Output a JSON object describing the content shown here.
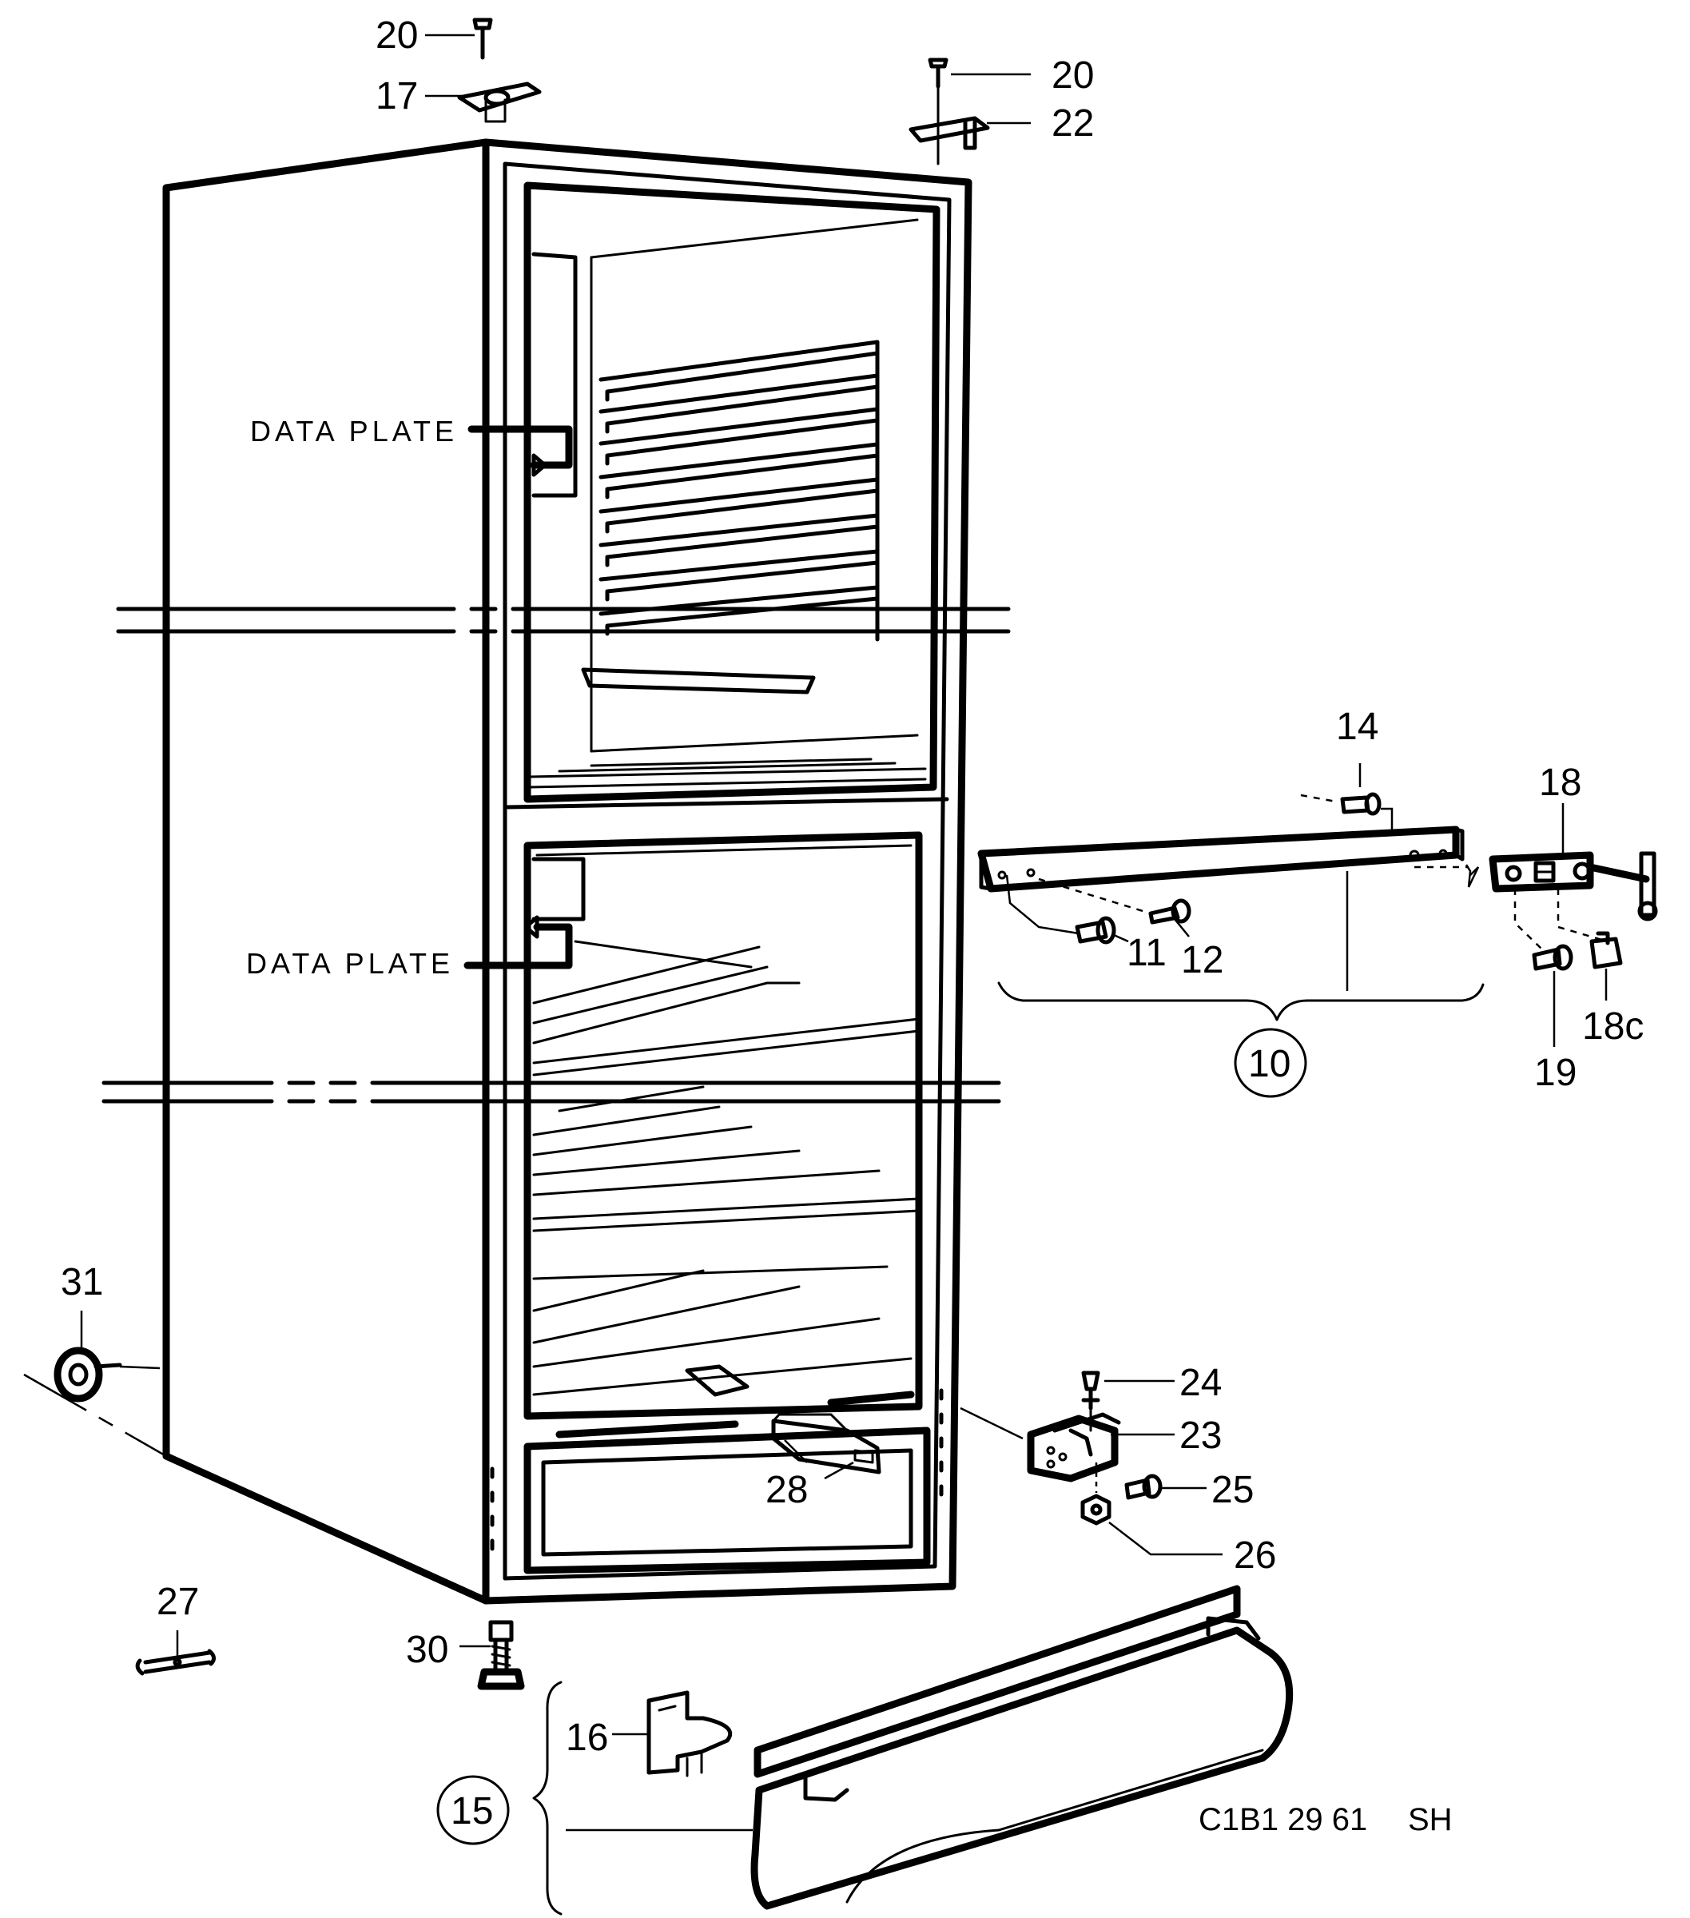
{
  "callouts": {
    "c20a": "20",
    "c17": "17",
    "c20b": "20",
    "c22": "22",
    "c14": "14",
    "c18": "18",
    "c11": "11",
    "c12": "12",
    "c18c": "18c",
    "c19": "19",
    "c10": "10",
    "c31": "31",
    "c24": "24",
    "c23": "23",
    "c25": "25",
    "c26": "26",
    "c28": "28",
    "c27": "27",
    "c30": "30",
    "c16": "16",
    "c15": "15"
  },
  "labels": {
    "data_plate_upper": "DATA PLATE",
    "data_plate_lower": "DATA PLATE"
  },
  "drawing_code": {
    "code": "C1B1 29 61",
    "suffix": "SH"
  }
}
